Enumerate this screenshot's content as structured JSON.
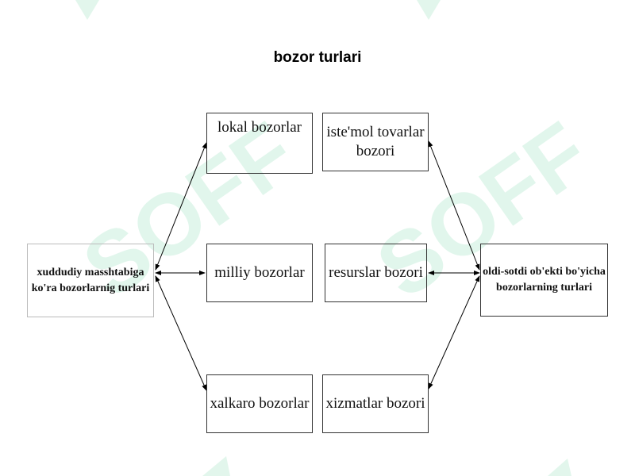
{
  "diagram": {
    "title": "bozor turlari",
    "left_box": "xuddudiy masshtabiga ko'ra bozorlarnig turlari",
    "right_box": "oldi-sotdi ob'ekti bo'yicha bozorlarning turlari",
    "left_column": [
      "lokal bozorlar",
      "milliy bozorlar",
      "xalkaro bozorlar"
    ],
    "right_column": [
      "iste'mol tovarlar bozori",
      "resurslar bozori",
      "xizmatlar bozori"
    ]
  },
  "watermark": {
    "text": "SOFF",
    "color": "#9be3bf"
  }
}
